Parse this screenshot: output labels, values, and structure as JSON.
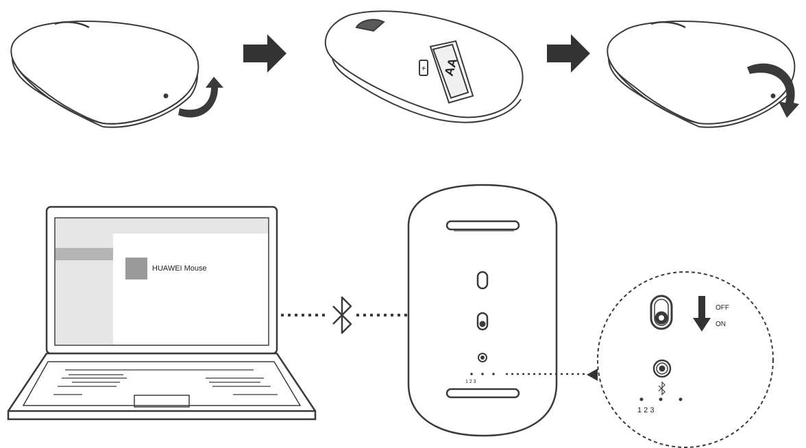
{
  "steps": {
    "battery_label": "AA",
    "battery_polarity": "+"
  },
  "laptop": {
    "device_name": "HUAWEI Mouse"
  },
  "switch": {
    "off_label": "OFF",
    "on_label": "ON"
  },
  "channels": {
    "small_numbers": "1 2 3",
    "zoom_numbers": "1 2 3"
  },
  "icons": {
    "rotate": "rotate-arrow-icon",
    "next_step": "right-arrow-icon",
    "bluetooth": "bluetooth-icon",
    "down_arrow": "down-arrow-icon"
  },
  "colors": {
    "line": "#3a3a3a",
    "arrow_fill": "#333333",
    "screen_fill": "#e6e6e6",
    "selection": "#b5b5b5",
    "device_icon": "#9a9a9a"
  }
}
